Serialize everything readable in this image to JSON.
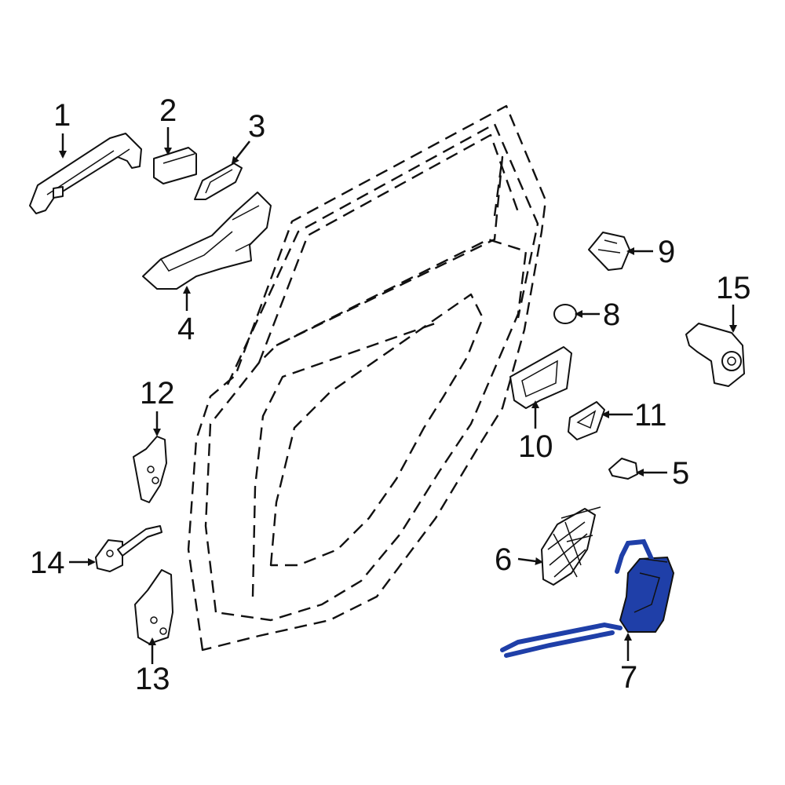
{
  "diagram": {
    "callouts": [
      {
        "id": "1",
        "label": "1"
      },
      {
        "id": "2",
        "label": "2"
      },
      {
        "id": "3",
        "label": "3"
      },
      {
        "id": "4",
        "label": "4"
      },
      {
        "id": "5",
        "label": "5"
      },
      {
        "id": "6",
        "label": "6"
      },
      {
        "id": "7",
        "label": "7"
      },
      {
        "id": "8",
        "label": "8"
      },
      {
        "id": "9",
        "label": "9"
      },
      {
        "id": "10",
        "label": "10"
      },
      {
        "id": "11",
        "label": "11"
      },
      {
        "id": "12",
        "label": "12"
      },
      {
        "id": "13",
        "label": "13"
      },
      {
        "id": "14",
        "label": "14"
      },
      {
        "id": "15",
        "label": "15"
      }
    ],
    "highlight": {
      "part": "7",
      "color": "#1f3fa8"
    }
  }
}
